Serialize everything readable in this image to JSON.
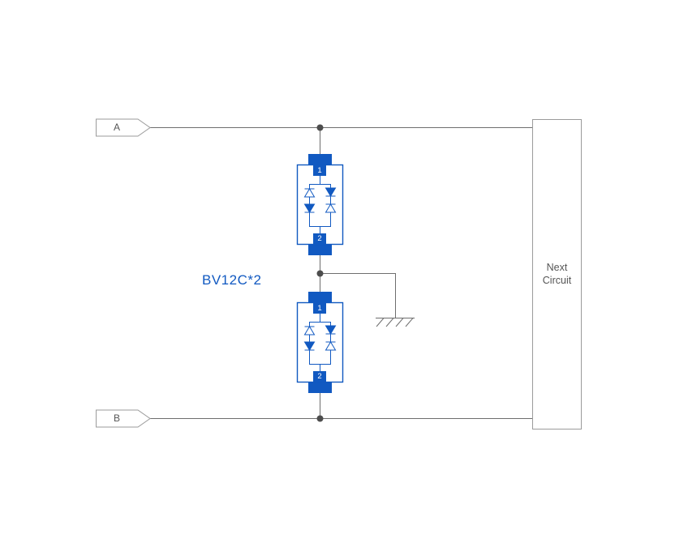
{
  "diagram": {
    "ports": {
      "a": "A",
      "b": "B"
    },
    "labels": {
      "component_label": "BV12C*2",
      "next_circuit": "Next Circuit"
    },
    "components": [
      {
        "name": "surge-protector-module-1",
        "terminals": [
          "1",
          "2"
        ]
      },
      {
        "name": "surge-protector-module-2",
        "terminals": [
          "1",
          "2"
        ]
      }
    ],
    "colors": {
      "component_blue": "#1159c1",
      "wire_gray": "#6e6e6e",
      "junction_dot": "#4d4d4d",
      "box_border": "#9b9b9b",
      "label_text": "#555555",
      "background": "#ffffff"
    }
  }
}
